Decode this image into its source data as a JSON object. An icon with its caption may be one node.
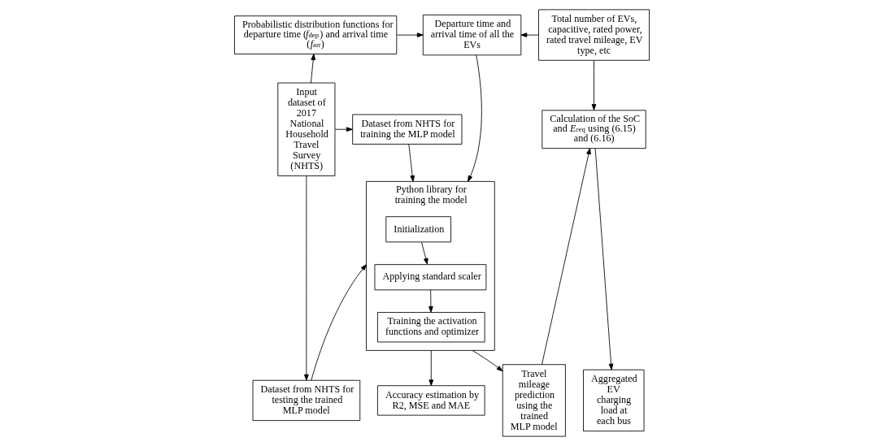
{
  "diagram": {
    "nodes": [
      {
        "text": [
          "Probabilistic distribution functions for departure time (*f*$_{dep}$) and arrival time (*f*$_{arr}$)"
        ]
      },
      {
        "text": [
          "Departure time and arrival time of all the EVs"
        ]
      },
      {
        "text": [
          "Total number of EVs, capacitive, rated power, rated travel mileage, EV type, etc"
        ]
      },
      {
        "text": [
          "Input dataset of 2017 National Household Travel Survey (NHTS)"
        ]
      },
      {
        "text": [
          "Dataset from NHTS for training the MLP model"
        ]
      },
      {
        "text": [
          "Python library for training the model"
        ]
      },
      {
        "text": [
          "Initialization"
        ],
        "in": 5
      },
      {
        "text": [
          "Applying standard scaler"
        ],
        "in": 5
      },
      {
        "text": [
          "Training the activation functions and optimizer"
        ],
        "in": 5
      },
      {
        "text": [
          "Calculation of the SoC and *E*$_{req}$ using (6.15) and (6.16)"
        ]
      },
      {
        "text": [
          "Dataset from NHTS for testing the trained MLP model"
        ]
      },
      {
        "text": [
          "Accuracy estimation by R2, MSE and MAE"
        ]
      },
      {
        "text": [
          "Travel mileage prediction using the trained MLP model"
        ]
      },
      {
        "text": [
          "Aggregated EV charging load at each bus"
        ]
      }
    ],
    "edges": [
      {
        "from": 3,
        "to": 0,
        "arrow": "to"
      },
      {
        "from": 0,
        "to": 1,
        "arrow": "to"
      },
      {
        "from": 2,
        "to": 1,
        "arrow": "to"
      },
      {
        "from": 1,
        "to": 5,
        "arrow": "to"
      },
      {
        "from": 2,
        "to": 9,
        "arrow": "to"
      },
      {
        "from": 3,
        "to": 4,
        "arrow": "to"
      },
      {
        "from": 3,
        "to": 10,
        "arrow": "to"
      },
      {
        "from": 4,
        "to": 5,
        "arrow": "to"
      },
      {
        "from": 10,
        "to": 5,
        "arrow": "to"
      },
      {
        "from": 6,
        "to": 7,
        "arrow": "to"
      },
      {
        "from": 7,
        "to": 8,
        "arrow": "to"
      },
      {
        "from": 5,
        "to": 11,
        "arrow": "to"
      },
      {
        "from": 5,
        "to": 12,
        "arrow": "to"
      },
      {
        "from": 12,
        "to": 9,
        "arrow": "to"
      },
      {
        "from": 9,
        "to": 13,
        "arrow": "to"
      }
    ]
  }
}
